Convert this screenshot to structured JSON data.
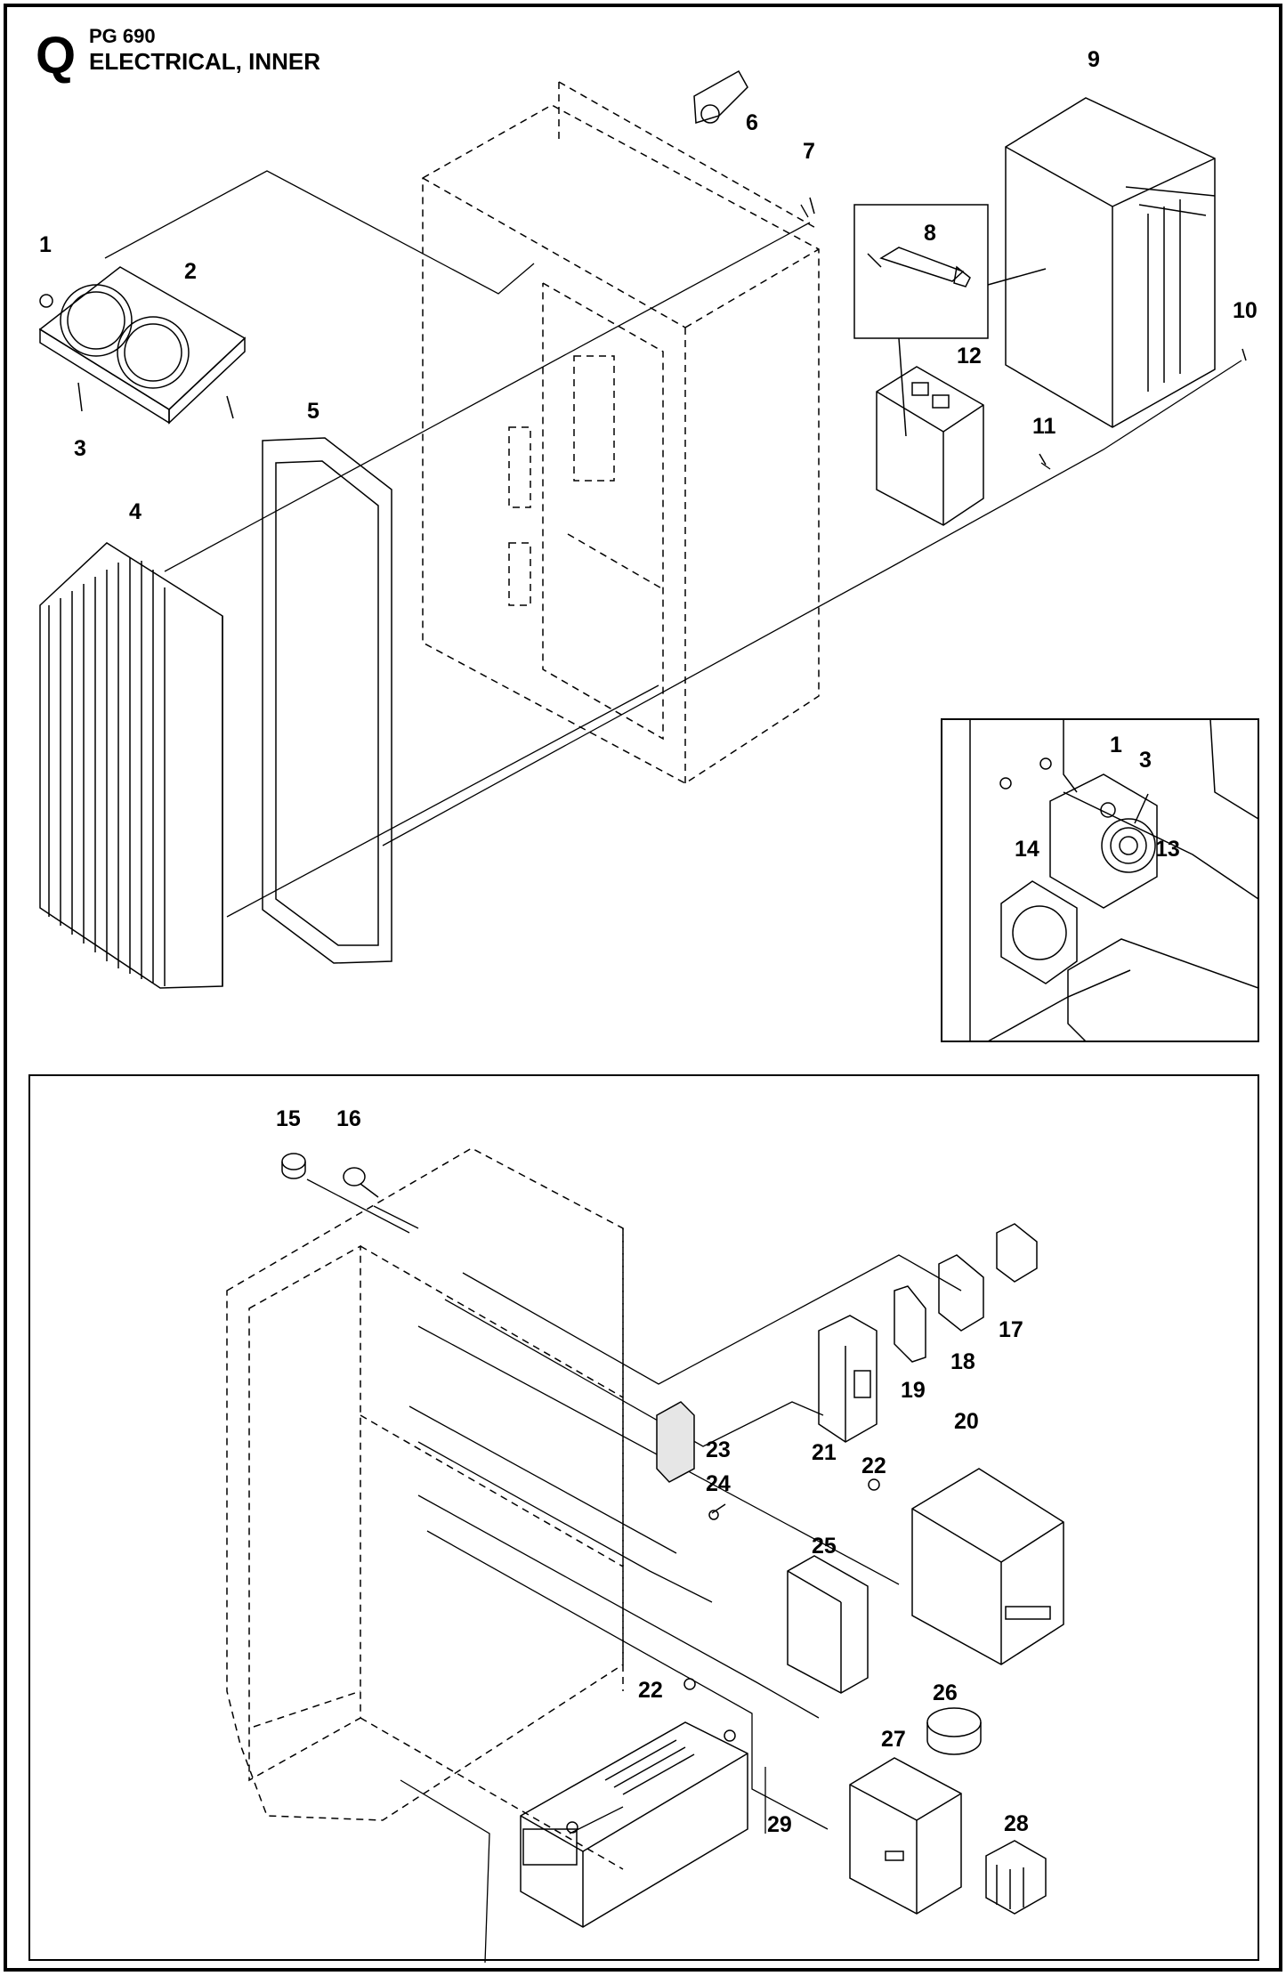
{
  "header": {
    "section_letter": "Q",
    "page_code": "PG 690",
    "title": "ELECTRICAL, INNER"
  },
  "callouts": {
    "c1": "1",
    "c2": "2",
    "c3": "3",
    "c4": "4",
    "c5": "5",
    "c6": "6",
    "c7": "7",
    "c8": "8",
    "c9": "9",
    "c10": "10",
    "c11": "11",
    "c12": "12",
    "d1": "1",
    "d3": "3",
    "c13": "13",
    "c14": "14",
    "c15": "15",
    "c16": "16",
    "c17": "17",
    "c18": "18",
    "c19": "19",
    "c20": "20",
    "c21": "21",
    "c22a": "22",
    "c22b": "22",
    "c23": "23",
    "c24": "24",
    "c25": "25",
    "c26": "26",
    "c27": "27",
    "c28": "28",
    "c29": "29"
  },
  "colors": {
    "ink": "#000000",
    "paper": "#ffffff",
    "shade": "#e6e6e6"
  }
}
